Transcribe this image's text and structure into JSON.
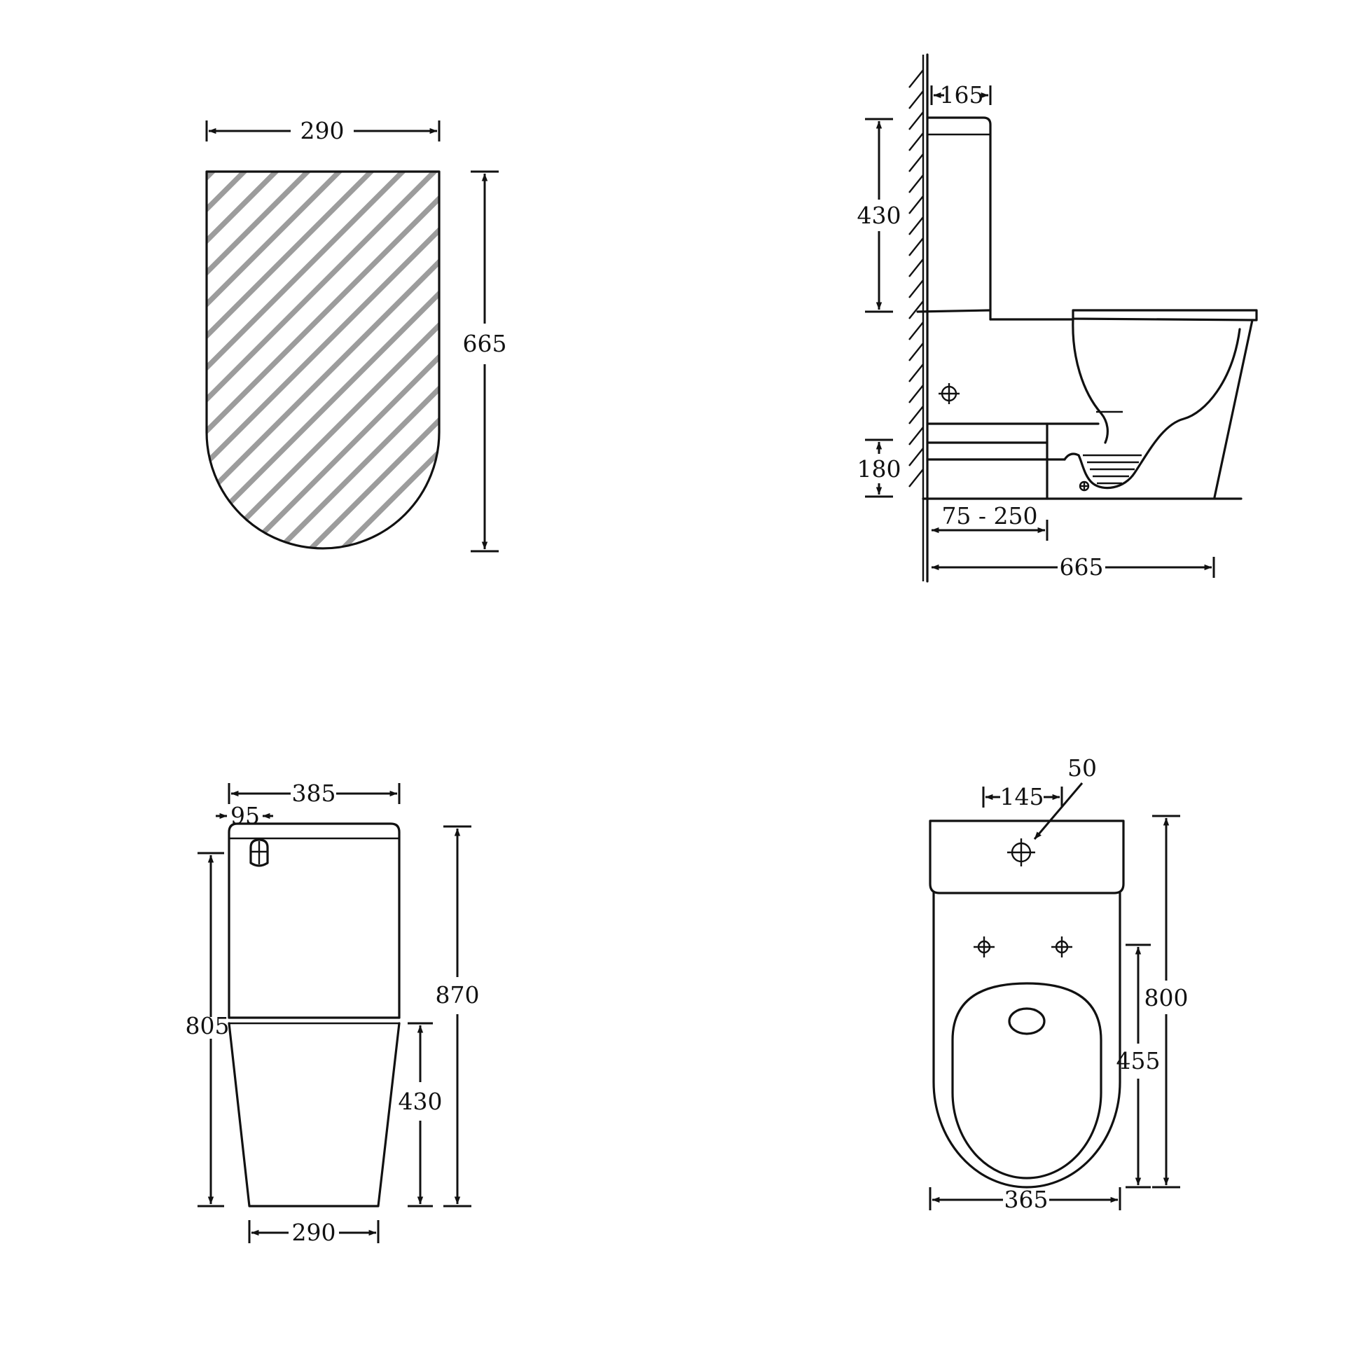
{
  "colors": {
    "line": "#111111",
    "hatch": "#9c9c9c",
    "background": "#ffffff"
  },
  "footprint_view": {
    "width_label": "290",
    "depth_label": "665"
  },
  "side_view": {
    "top_offset_label": "165",
    "cistern_height_label": "430",
    "outlet_height_label": "180",
    "setout_label": "75 - 250",
    "depth_label": "665"
  },
  "front_view": {
    "width_label": "385",
    "button_offset_label": "95",
    "height_label": "870",
    "inlet_height_label": "805",
    "seat_height_label": "430",
    "base_width_label": "290"
  },
  "top_view": {
    "hole_label": "50",
    "hole_offset_label": "145",
    "depth_label": "800",
    "bowl_depth_label": "455",
    "width_label": "365"
  }
}
